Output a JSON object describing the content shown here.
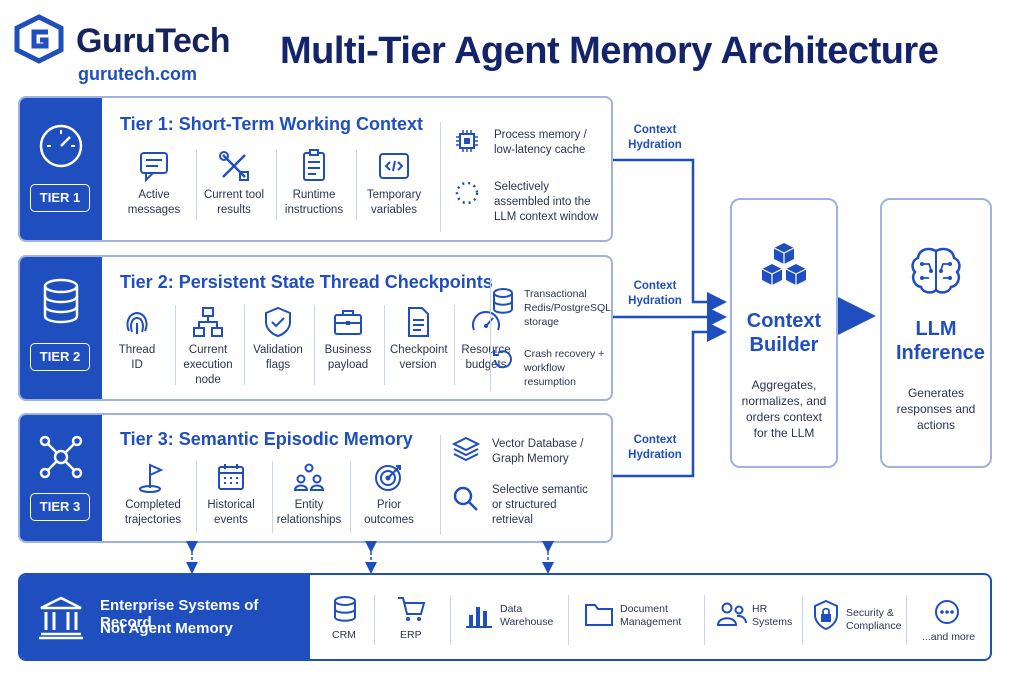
{
  "header": {
    "brand": "GuruTech",
    "url": "gurutech.com",
    "title": "Multi-Tier Agent Memory Architecture"
  },
  "tiers": [
    {
      "badge": "TIER 1",
      "title": "Tier 1: Short-Term Working Context",
      "items": [
        {
          "icon": "chat-icon",
          "label": "Active messages"
        },
        {
          "icon": "tools-icon",
          "label": "Current tool results"
        },
        {
          "icon": "checklist-icon",
          "label": "Runtime instructions"
        },
        {
          "icon": "code-icon",
          "label": "Temporary variables"
        }
      ],
      "notes": [
        {
          "icon": "chip-icon",
          "text": "Process memory / low-latency cache"
        },
        {
          "icon": "dotted-circle-icon",
          "text": "Selectively assembled into the LLM context window"
        }
      ]
    },
    {
      "badge": "TIER 2",
      "title": "Tier 2: Persistent State Thread Checkpoints",
      "items": [
        {
          "icon": "fingerprint-icon",
          "label": "Thread ID"
        },
        {
          "icon": "hierarchy-icon",
          "label": "Current execution node"
        },
        {
          "icon": "shield-check-icon",
          "label": "Validation flags"
        },
        {
          "icon": "briefcase-icon",
          "label": "Business payload"
        },
        {
          "icon": "document-icon",
          "label": "Checkpoint version"
        },
        {
          "icon": "gauge-icon",
          "label": "Resource budgets"
        }
      ],
      "notes": [
        {
          "icon": "database-icon",
          "text": "Transactional Redis/PostgreSQL storage"
        },
        {
          "icon": "recovery-icon",
          "text": "Crash recovery + workflow resumption"
        }
      ]
    },
    {
      "badge": "TIER 3",
      "title": "Tier 3: Semantic Episodic Memory",
      "items": [
        {
          "icon": "flag-icon",
          "label": "Completed trajectories"
        },
        {
          "icon": "calendar-icon",
          "label": "Historical events"
        },
        {
          "icon": "people-icon",
          "label": "Entity relationships"
        },
        {
          "icon": "target-icon",
          "label": "Prior outcomes"
        }
      ],
      "notes": [
        {
          "icon": "layers-icon",
          "text": "Vector Database / Graph Memory"
        },
        {
          "icon": "search-icon",
          "text": "Selective semantic or structured retrieval"
        }
      ]
    }
  ],
  "hydration": [
    "Context Hydration",
    "Context Hydration",
    "Context Hydration"
  ],
  "context_builder": {
    "title": "Context Builder",
    "desc": "Aggregates, normalizes, and orders context for the LLM"
  },
  "llm": {
    "title": "LLM Inference",
    "desc": "Generates responses and actions"
  },
  "enterprise": {
    "line1": "Enterprise Systems of Record",
    "line2": "Not Agent Memory",
    "systems": [
      {
        "icon": "database-icon",
        "label": "CRM"
      },
      {
        "icon": "cart-icon",
        "label": "ERP"
      },
      {
        "icon": "bar-chart-icon",
        "label": "Data Warehouse"
      },
      {
        "icon": "folder-icon",
        "label": "Document Management"
      },
      {
        "icon": "people-icon",
        "label": "HR Systems"
      },
      {
        "icon": "lock-shield-icon",
        "label": "Security & Compliance"
      },
      {
        "icon": "more-icon",
        "label": "...and more"
      }
    ]
  },
  "colors": {
    "accent": "#1f4fbf",
    "navy": "#14246b",
    "border": "#9fb3e0"
  }
}
